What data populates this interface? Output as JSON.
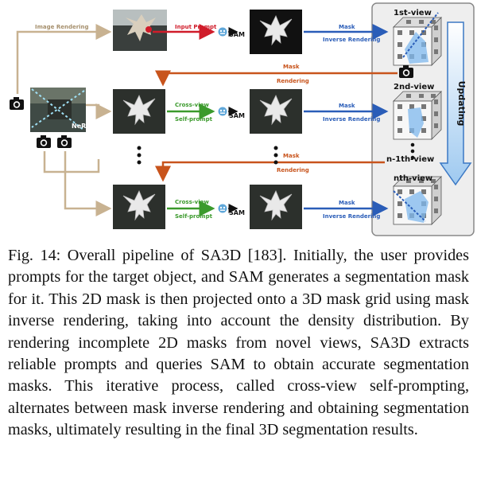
{
  "figure": {
    "image_rendering_label": "Image Rendering",
    "input_prompt_label": "Input Prompt",
    "nerf_label": "NeRF",
    "sam_label": "SAM",
    "mask_label": "Mask",
    "inverse_rendering_label": "Inverse Rendering",
    "mask_rendering_label_1": "Mask",
    "mask_rendering_label_2": "Rendering",
    "cross_view_label": "Cross-view",
    "self_prompt_label": "Self-prompt",
    "updating_label": "Updating",
    "views": [
      "1st-view",
      "2nd-view",
      "n-1th-view",
      "nth-view"
    ],
    "colors": {
      "beige": "#c8b291",
      "red": "#d01c2a",
      "blue": "#2a5db8",
      "green": "#3b9a2c",
      "orange": "#c8541c",
      "panel": "#eeeeee"
    }
  },
  "caption": {
    "text": "Fig. 14: Overall pipeline of SA3D [183]. Initially, the user provides prompts for the target object, and SAM generates a segmentation mask for it. This 2D mask is then projected onto a 3D mask grid using mask inverse rendering, taking into account the density distribution. By rendering incomplete 2D masks from novel views, SA3D extracts reliable prompts and queries SAM to obtain accurate segmentation masks. This iterative process, called cross-view self-prompting, alternates between mask inverse rendering and obtaining segmentation masks, ultimately resulting in the final 3D segmentation results."
  }
}
